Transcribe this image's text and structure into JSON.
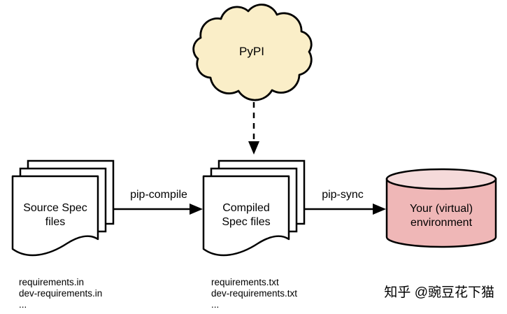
{
  "diagram": {
    "cloud": {
      "label": "PyPI",
      "fill": "#FAEEC8"
    },
    "pip_compile_arrow": {
      "label": "pip-compile"
    },
    "pip_sync_arrow": {
      "label": "pip-sync"
    },
    "source_stack": {
      "title_line1": "Source Spec",
      "title_line2": "files",
      "files": [
        "requirements.in",
        "dev-requirements.in",
        "..."
      ]
    },
    "compiled_stack": {
      "title_line1": "Compiled",
      "title_line2": "Spec files",
      "files": [
        "requirements.txt",
        "dev-requirements.txt",
        "..."
      ]
    },
    "environment": {
      "title_line1": "Your (virtual)",
      "title_line2": "environment",
      "body_fill": "#EFB7B7",
      "top_fill": "#F5DADA"
    },
    "watermark": {
      "text": "知乎 @豌豆花下猫",
      "color": "#DBDBDB"
    }
  }
}
